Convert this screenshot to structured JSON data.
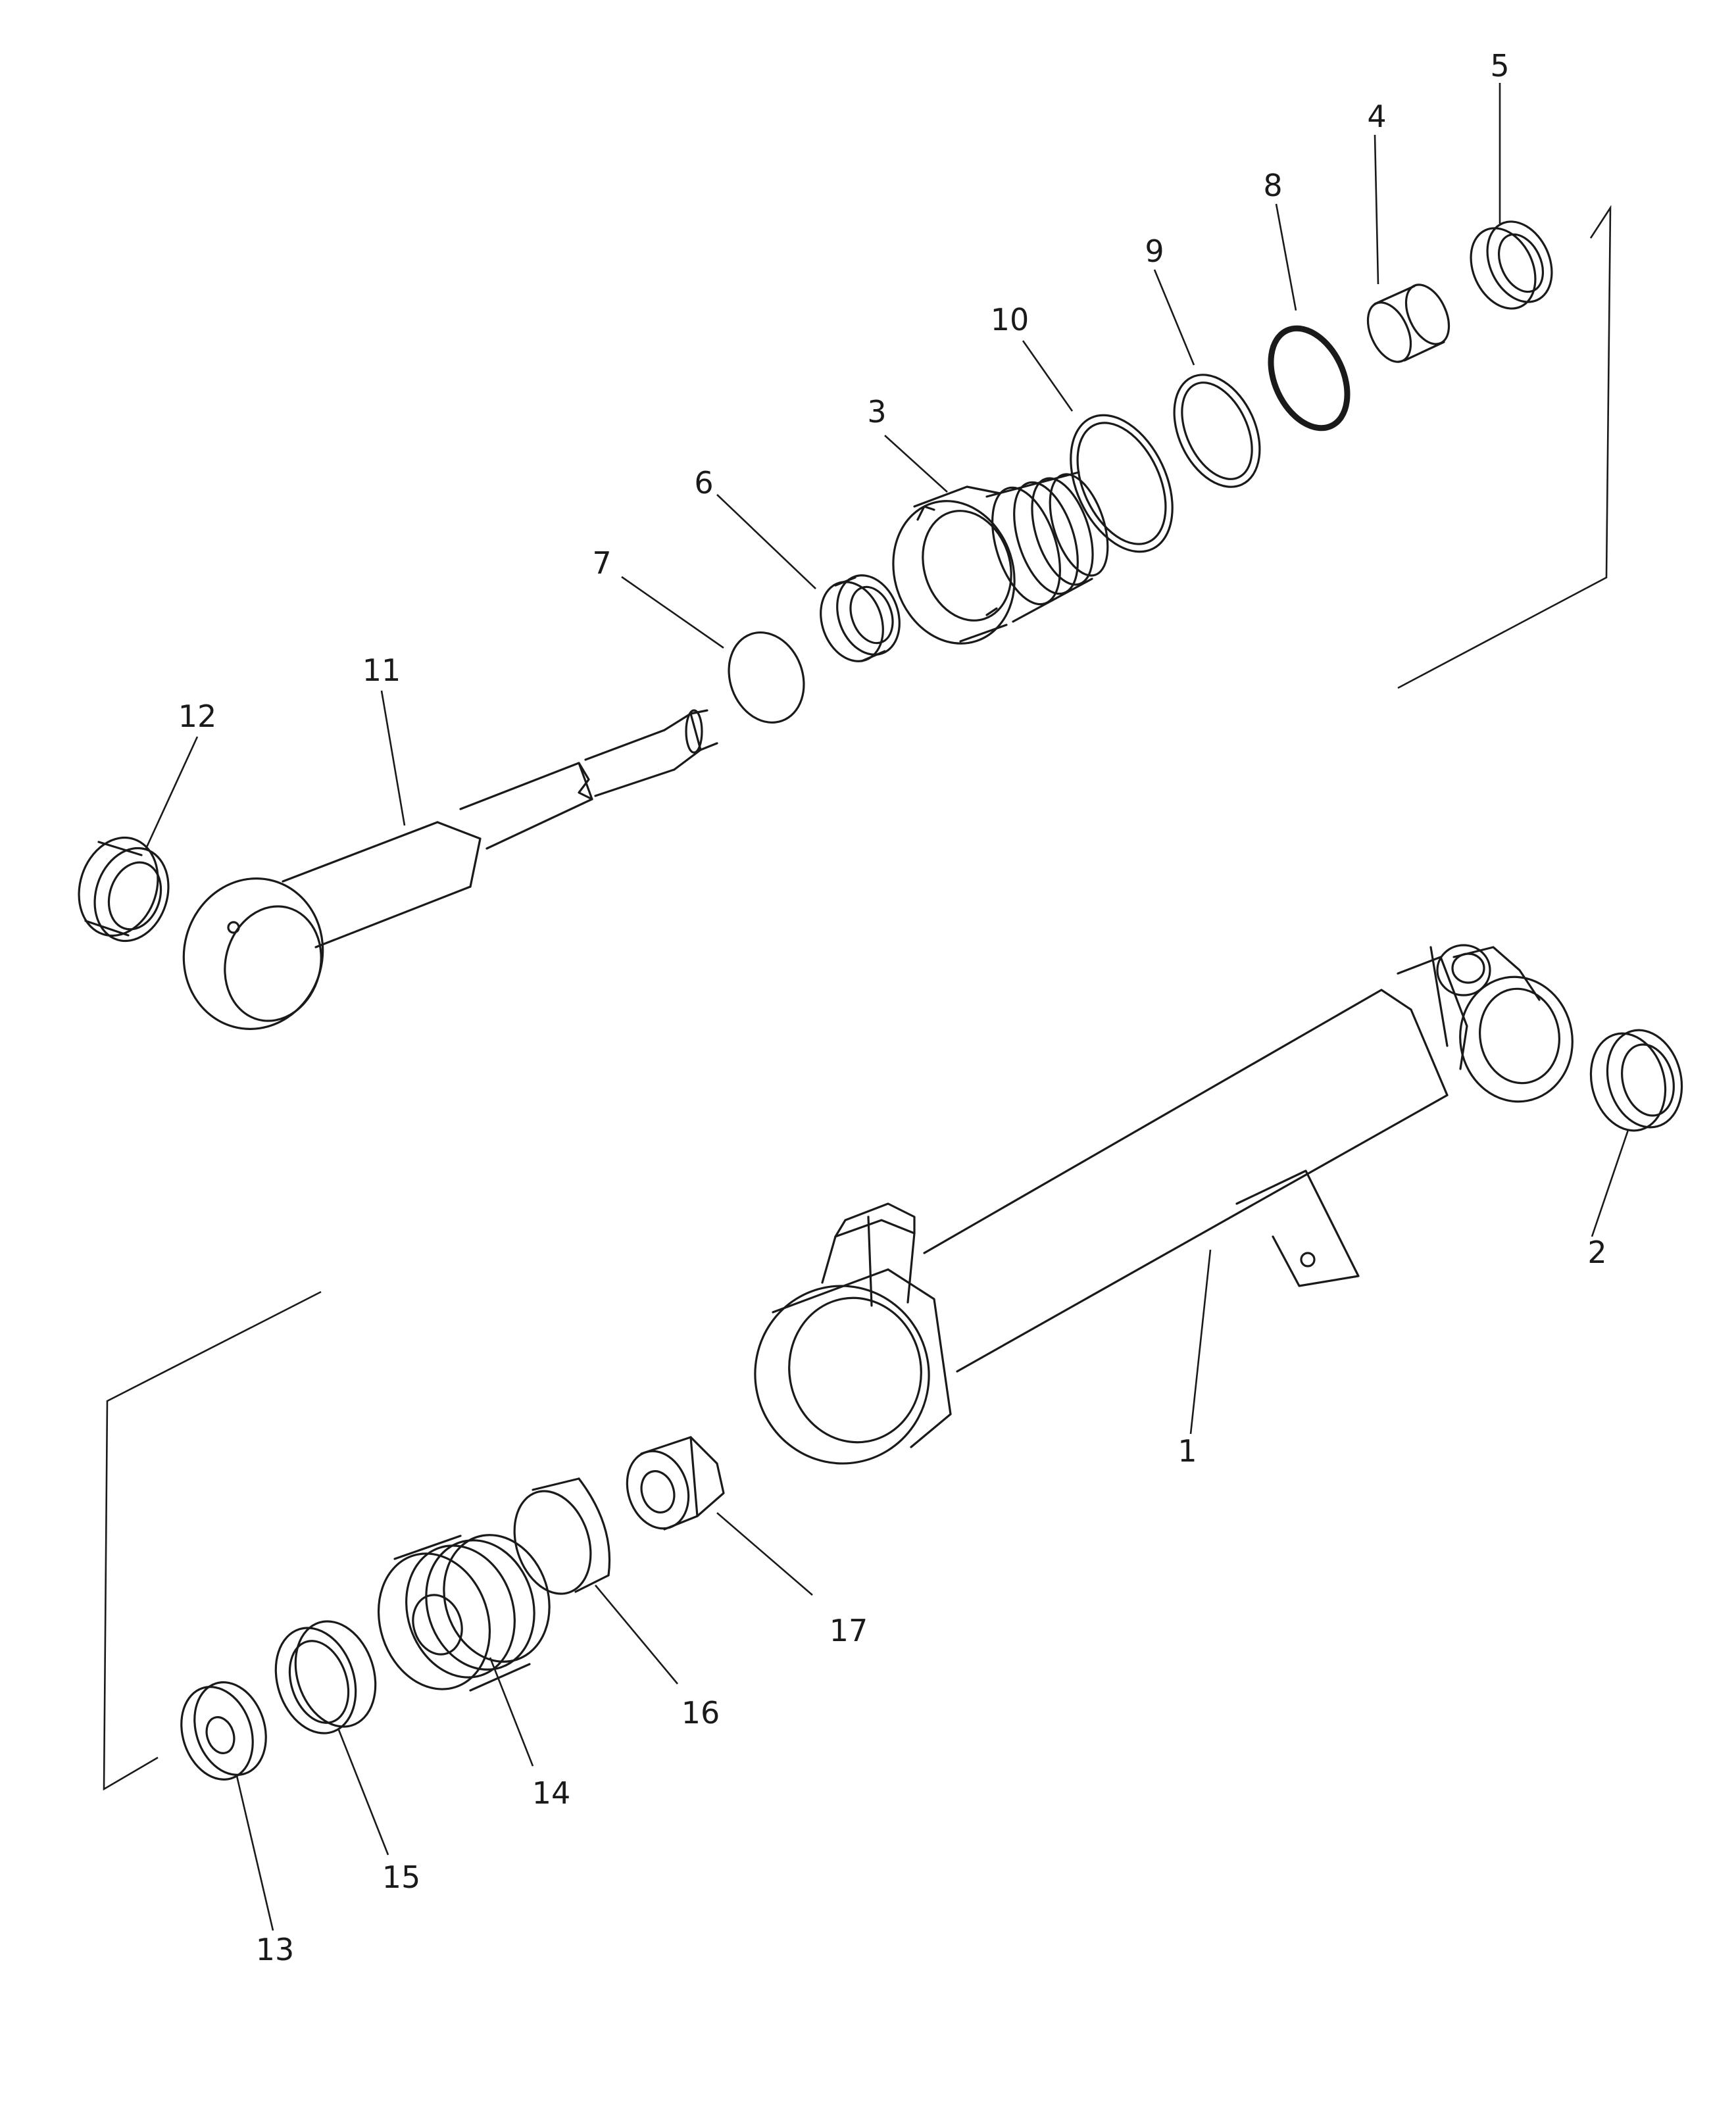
{
  "callouts": {
    "p1": "1",
    "p2": "2",
    "p3": "3",
    "p4": "4",
    "p5": "5",
    "p6": "6",
    "p7": "7",
    "p8": "8",
    "p9": "9",
    "p10": "10",
    "p11": "11",
    "p12": "12",
    "p13": "13",
    "p14": "14",
    "p15": "15",
    "p16": "16",
    "p17": "17"
  },
  "colors": {
    "ink": "#1a1a1a",
    "background": "#ffffff"
  }
}
